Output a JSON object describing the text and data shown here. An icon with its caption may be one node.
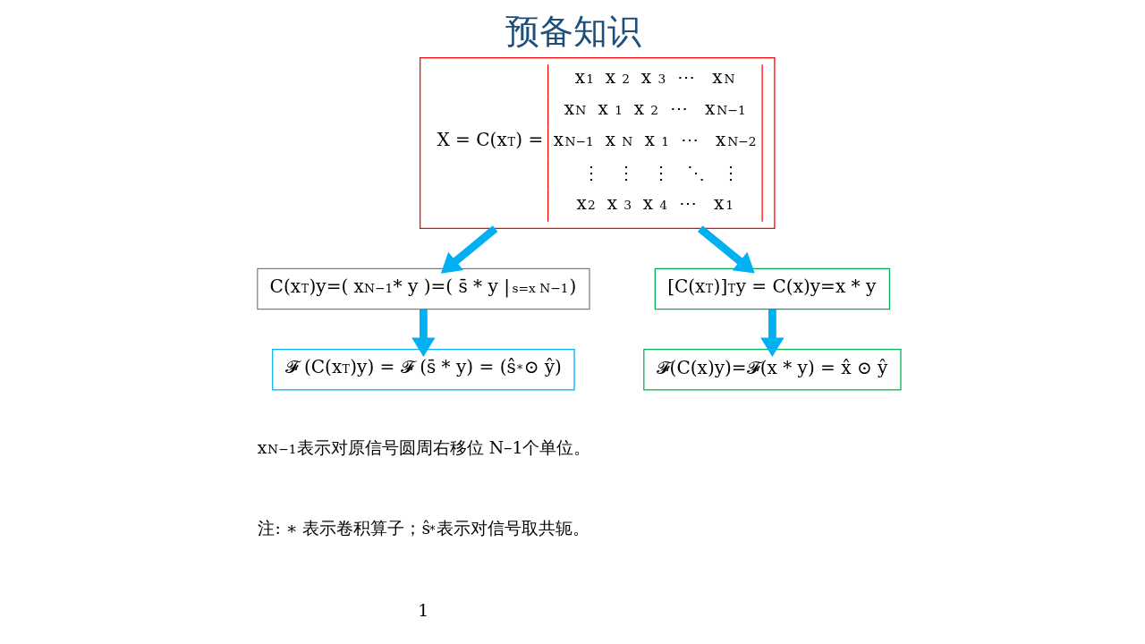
{
  "diagram": {
    "title": "预备知识",
    "nodes": [
      {
        "text": [
          "X = C(x$^{T}$) =",
          "x$_{1}$   x$_{2}$   x$_{3}$   ⋯   x$_{N}$",
          "x$_{N}$   x$_{1}$   x$_{2}$   ⋯   x$_{N−1}$",
          "x$_{N−1}$   x$_{N}$   x$_{1}$   ⋯   x$_{N−2}$",
          "⋮   ⋮   ⋮   ⋱   ⋮",
          "x$_{2}$   x$_{3}$   x$_{4}$   ⋯   x$_{1}$"
        ]
      },
      {
        "text": [
          "C(x$^{T}$)y=( x$_{N−1}$* y )=( s̄ * y |$_{s=x N−1}$)"
        ]
      },
      {
        "text": [
          "[C(x$^{T}$)]$^{T}$y = C(x)y=x * y"
        ]
      },
      {
        "text": [
          "𝓕 (C(x$^{T}$)y) = 𝓕 (s̄ * y) = (ŝ$^{*}$⊙ ŷ)"
        ]
      },
      {
        "text": [
          "𝓕(C(x)y)=𝓕(x * y) = x̂ ⊙ ŷ"
        ]
      }
    ],
    "edges": [
      {
        "from": 0,
        "to": 1,
        "arrow": "to",
        "color": "#00b0f0"
      },
      {
        "from": 0,
        "to": 2,
        "arrow": "to",
        "color": "#00b0f0"
      },
      {
        "from": 1,
        "to": 3,
        "arrow": "to",
        "color": "#00b0f0"
      },
      {
        "from": 2,
        "to": 4,
        "arrow": "to",
        "color": "#00b0f0"
      }
    ],
    "labels": [
      "x$_{N−1}$表示对原信号圆周右移位 N–1个单位。",
      "注: ∗ 表示卷积算子；ŝ$^{*}$表示对信号取共轭。",
      "1"
    ]
  }
}
